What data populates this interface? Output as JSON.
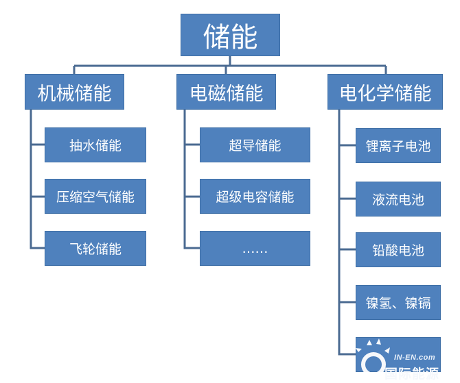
{
  "root": {
    "label": "储能"
  },
  "categories": [
    {
      "label": "机械储能",
      "items": [
        "抽水储能",
        "压缩空气储能",
        "飞轮储能"
      ]
    },
    {
      "label": "电磁储能",
      "items": [
        "超导储能",
        "超级电容储能",
        "……"
      ]
    },
    {
      "label": "电化学储能",
      "items": [
        "锂离子电池",
        "液流电池",
        "铅酸电池",
        "镍氢、镍镉",
        ""
      ]
    }
  ],
  "watermark": {
    "line1": "IN-EN.com",
    "line2": "国际能源"
  },
  "colors": {
    "box": "#4f81bd",
    "box_border": "#3f6fa6",
    "connector": "#4a6a91",
    "text": "#ffffff"
  }
}
